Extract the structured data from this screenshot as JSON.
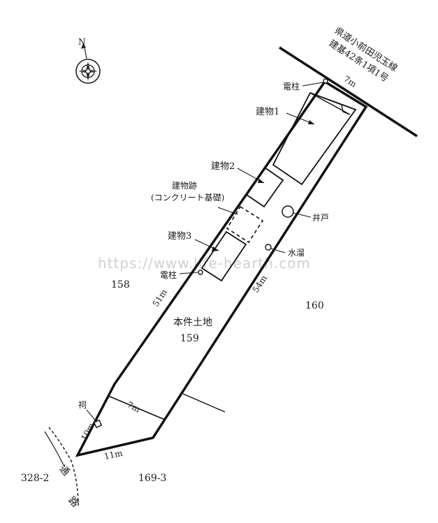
{
  "compass": {
    "north_label": "N"
  },
  "road": {
    "line1": "県道小前田児玉線",
    "line2": "建基42条1項1号"
  },
  "labels": {
    "pole_top": "電柱",
    "pole_mid": "電柱",
    "building1": "建物1",
    "building2": "建物2",
    "ruins_line1": "建物跡",
    "ruins_line2": "(コンクリート基礎)",
    "building3": "建物3",
    "well": "井戸",
    "water": "水溜",
    "shrine": "祠",
    "subject_land": "本件土地",
    "lot_subject": "159",
    "lot_158": "158",
    "lot_160": "160",
    "lot_328": "328-2",
    "lot_169": "169-3",
    "path_char1": "通",
    "path_char2": "路"
  },
  "dimensions": {
    "frontage": "7m",
    "left_side": "51m",
    "right_side": "54m",
    "inner_width": "7m",
    "bottom_side": "11m",
    "shrine_side": "10m"
  },
  "watermark": "https://www.life-hearth.com"
}
